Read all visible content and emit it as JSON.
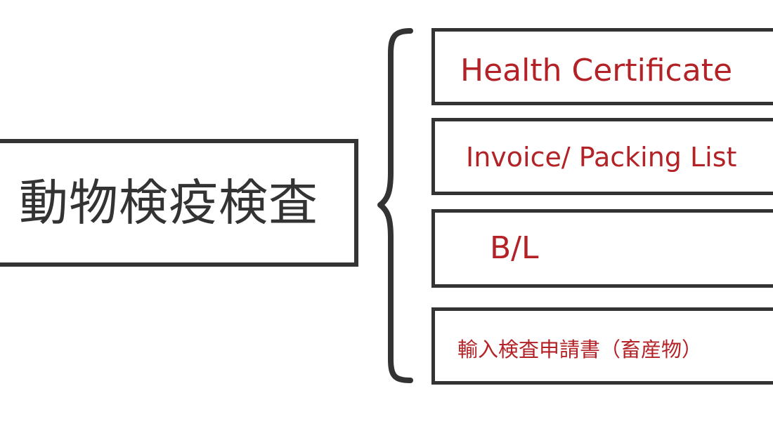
{
  "main": {
    "label": "動物検疫検査"
  },
  "documents": [
    {
      "label": "Health Certificate"
    },
    {
      "label": "Invoice/ Packing List"
    },
    {
      "label": "B/L"
    },
    {
      "label": "輸入検査申請書（畜産物）"
    }
  ],
  "colors": {
    "stroke": "#333333",
    "document_text": "#b32226",
    "background": "#ffffff"
  },
  "icons": {
    "connector": "curly-brace-icon"
  }
}
